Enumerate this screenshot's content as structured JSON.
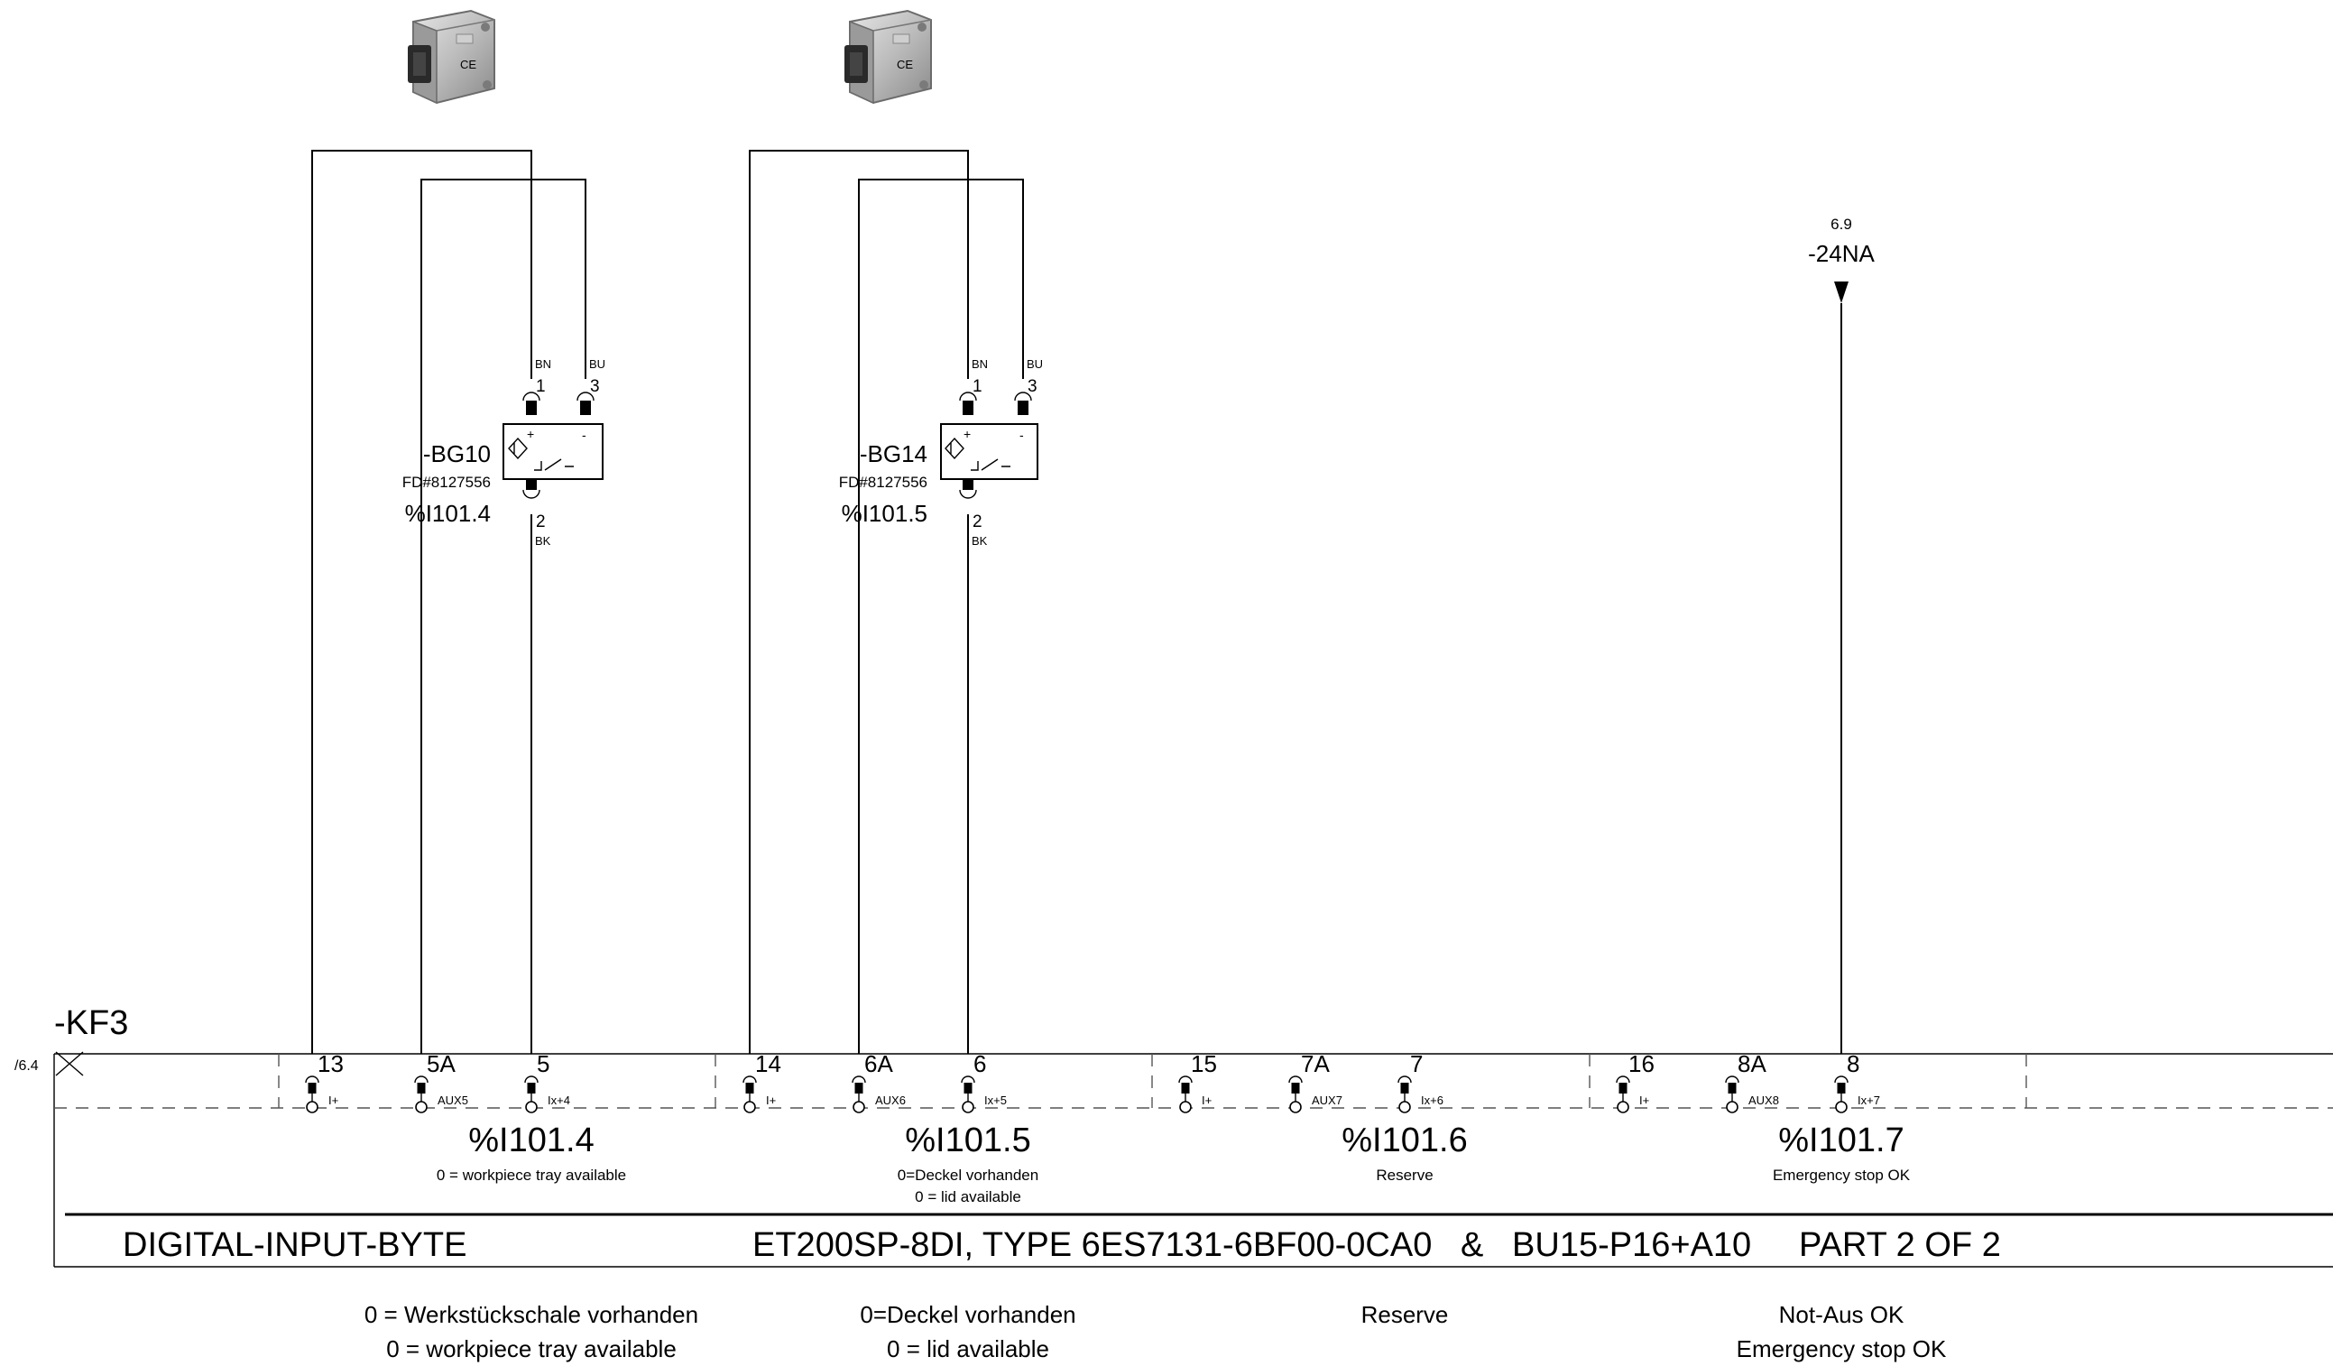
{
  "module": {
    "tag": "-KF3",
    "xref": "/6.4",
    "title_left": "DIGITAL-INPUT-BYTE",
    "title_main": "ET200SP-8DI, TYPE 6ES7131-6BF00-0CA0   &   BU15-P16+A10     PART 2 OF 2"
  },
  "channels": [
    {
      "terminals": [
        {
          "num": "13",
          "label": "I+"
        },
        {
          "num": "5A",
          "label": "AUX5"
        },
        {
          "num": "5",
          "label": "Ix+4"
        }
      ],
      "address": "%I101.4",
      "desc": [
        "0 = workpiece tray available"
      ],
      "bottom": [
        "0 = Werkstückschale vorhanden",
        "0 = workpiece tray available"
      ]
    },
    {
      "terminals": [
        {
          "num": "14",
          "label": "I+"
        },
        {
          "num": "6A",
          "label": "AUX6"
        },
        {
          "num": "6",
          "label": "Ix+5"
        }
      ],
      "address": "%I101.5",
      "desc": [
        "0=Deckel vorhanden",
        "0 = lid available"
      ],
      "bottom": [
        "0=Deckel vorhanden",
        "0 = lid available"
      ]
    },
    {
      "terminals": [
        {
          "num": "15",
          "label": "I+"
        },
        {
          "num": "7A",
          "label": "AUX7"
        },
        {
          "num": "7",
          "label": "Ix+6"
        }
      ],
      "address": "%I101.6",
      "desc": [
        "Reserve"
      ],
      "bottom": [
        "Reserve"
      ]
    },
    {
      "terminals": [
        {
          "num": "16",
          "label": "I+"
        },
        {
          "num": "8A",
          "label": "AUX8"
        },
        {
          "num": "8",
          "label": "Ix+7"
        }
      ],
      "address": "%I101.7",
      "desc": [
        "Emergency stop OK"
      ],
      "bottom": [
        "Not-Aus OK",
        "Emergency stop OK"
      ]
    }
  ],
  "sensors": [
    {
      "tag": "-BG10",
      "part": "FD#8127556",
      "address": "%I101.4",
      "pins": {
        "p1": "1",
        "p1_color": "BN",
        "p3": "3",
        "p3_color": "BU",
        "p2": "2",
        "p2_color": "BK"
      },
      "plus": "+",
      "minus": "-"
    },
    {
      "tag": "-BG14",
      "part": "FD#8127556",
      "address": "%I101.5",
      "pins": {
        "p1": "1",
        "p1_color": "BN",
        "p3": "3",
        "p3_color": "BU",
        "p2": "2",
        "p2_color": "BK"
      },
      "plus": "+",
      "minus": "-"
    }
  ],
  "supply": {
    "ref": "6.9",
    "net": "-24NA"
  }
}
